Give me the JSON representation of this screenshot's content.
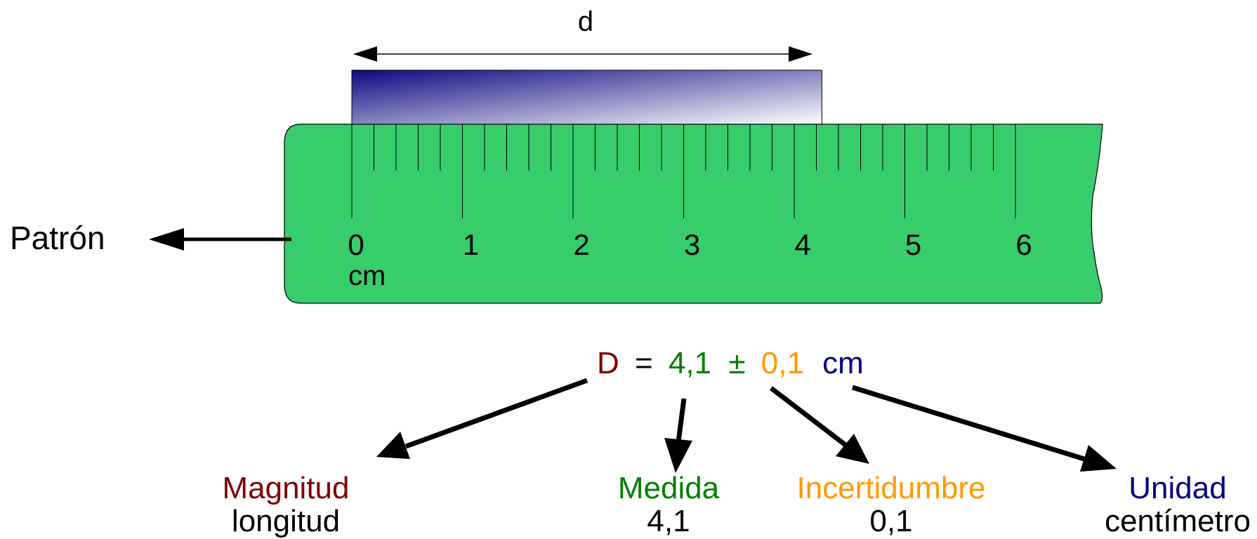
{
  "dimension_label": "d",
  "pattern_label": "Patrón",
  "ruler": {
    "unit_label": "cm",
    "numbers": [
      "0",
      "1",
      "2",
      "3",
      "4",
      "5",
      "6"
    ],
    "object_length": 4.25,
    "colors": {
      "ruler": "#37cd6b",
      "object_start": "#0a0a80",
      "object_end": "#ffffff"
    }
  },
  "equation": {
    "symbol": "D",
    "equals": "=",
    "value": "4,1",
    "pm": "±",
    "uncertainty": "0,1",
    "unit": "cm"
  },
  "parts": {
    "magnitude": {
      "title": "Magnitud",
      "value": "longitud"
    },
    "measure": {
      "title": "Medida",
      "value": "4,1"
    },
    "uncertainty": {
      "title": "Incertidumbre",
      "value": "0,1"
    },
    "unit": {
      "title": "Unidad",
      "value": "centímetro"
    }
  },
  "colors": {
    "magnitude": "#800000",
    "measure": "#008000",
    "uncertainty": "#ff9900",
    "unit": "#000080",
    "text": "#000000"
  }
}
